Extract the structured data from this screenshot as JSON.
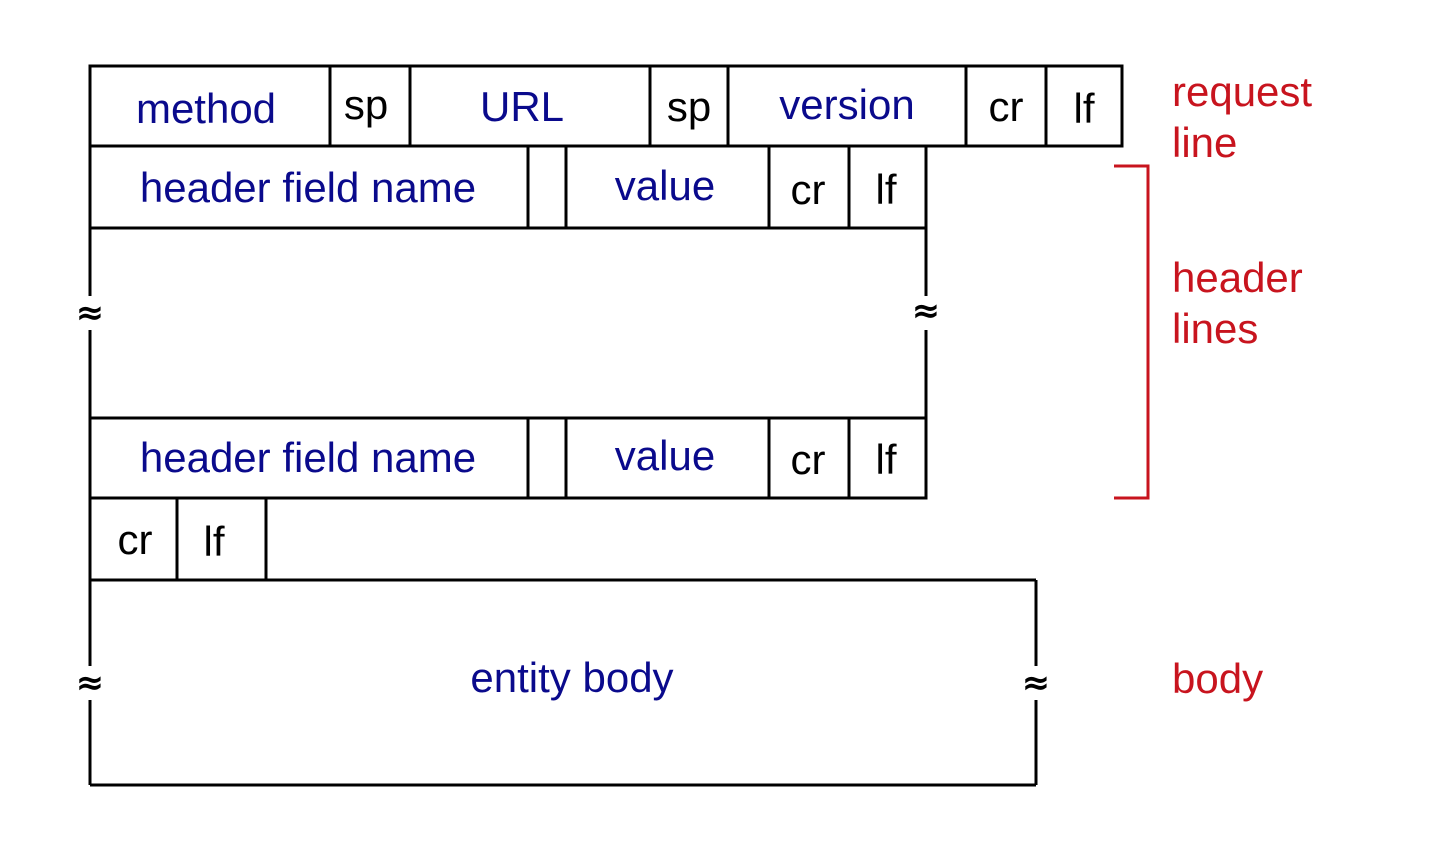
{
  "request_line": {
    "method": "method",
    "sp1": "sp",
    "url": "URL",
    "sp2": "sp",
    "version": "version",
    "cr": "cr",
    "lf": "lf"
  },
  "header_line_1": {
    "field_name": "header field name",
    "value": "value",
    "cr": "cr",
    "lf": "lf"
  },
  "header_line_2": {
    "field_name": "header field name",
    "value": "value",
    "cr": "cr",
    "lf": "lf"
  },
  "blank_line": {
    "cr": "cr",
    "lf": "lf"
  },
  "body": {
    "label": "entity body"
  },
  "break_mark": "≈",
  "side_labels": {
    "request_line": [
      "request",
      "line"
    ],
    "header_lines": [
      "header",
      "lines"
    ],
    "body": "body"
  },
  "colors": {
    "field_text": "#0a0a8c",
    "delimiter_text": "#000000",
    "side_label": "#c8141e",
    "outline": "#000000"
  }
}
